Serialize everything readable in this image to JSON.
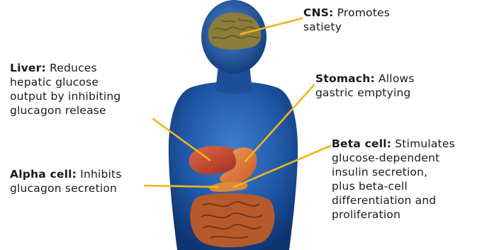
{
  "colors": {
    "background": "#ffffff",
    "body_blue": "#1f57a6",
    "leader_line": "#f2b619",
    "brain": "#8b7d3c",
    "liver": "#c8402b",
    "stomach": "#e07a3a",
    "intestine": "#b65a2c",
    "text": "#1a1a1a"
  },
  "callouts": {
    "cns": {
      "title": "CNS:",
      "lines": [
        "Promotes",
        "satiety"
      ]
    },
    "stomach": {
      "title": "Stomach:",
      "lines": [
        "Allows",
        "gastric emptying"
      ]
    },
    "liver": {
      "title": "Liver:",
      "lines": [
        "Reduces",
        "hepatic glucose",
        "output by inhibiting",
        "glucagon release"
      ]
    },
    "beta_cell": {
      "title": "Beta cell:",
      "lines": [
        "Stimulates",
        "glucose-dependent",
        "insulin secretion,",
        "plus beta-cell",
        "differentiation and",
        "proliferation"
      ]
    },
    "alpha_cell": {
      "title": "Alpha cell:",
      "lines": [
        "Inhibits",
        "glucagon secretion"
      ]
    }
  }
}
